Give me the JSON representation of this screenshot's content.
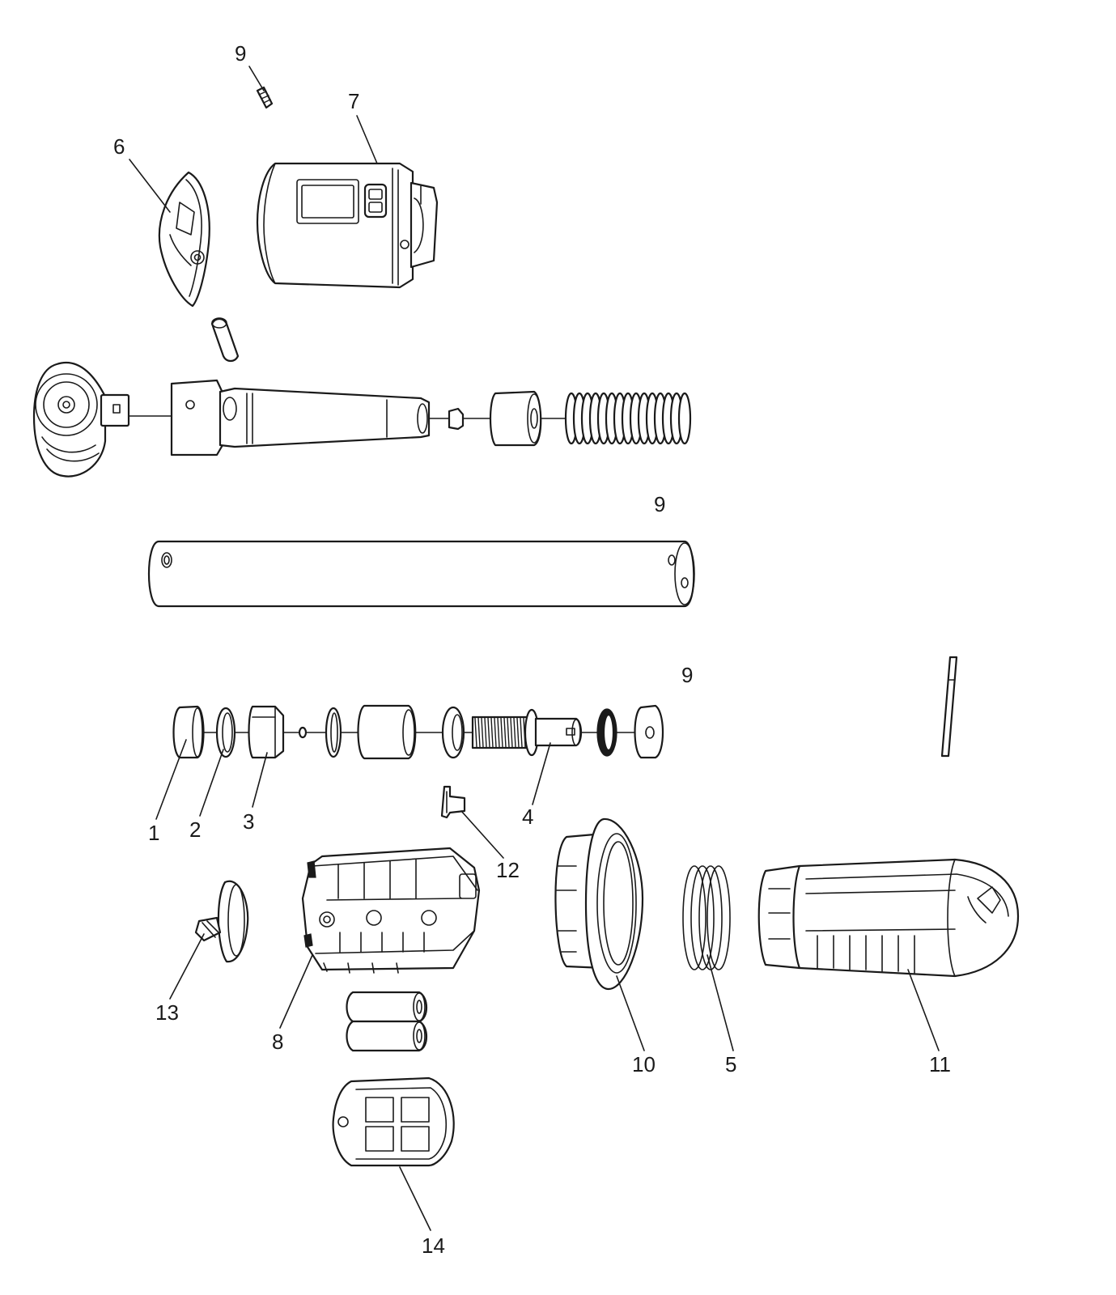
{
  "callouts": [
    {
      "id": "c1",
      "label": "1"
    },
    {
      "id": "c2",
      "label": "2"
    },
    {
      "id": "c3",
      "label": "3"
    },
    {
      "id": "c4",
      "label": "4"
    },
    {
      "id": "c5",
      "label": "5"
    },
    {
      "id": "c6",
      "label": "6"
    },
    {
      "id": "c7",
      "label": "7"
    },
    {
      "id": "c8",
      "label": "8"
    },
    {
      "id": "c9",
      "label": "9"
    },
    {
      "id": "c10",
      "label": "10"
    },
    {
      "id": "c11",
      "label": "11"
    },
    {
      "id": "c12",
      "label": "12"
    },
    {
      "id": "c13",
      "label": "13"
    },
    {
      "id": "c14",
      "label": "14"
    }
  ],
  "markers": {
    "screw_mark_upper": "9",
    "screw_mark_lower": "9"
  },
  "colors": {
    "line": "#1a1a1a",
    "background": "#ffffff"
  }
}
